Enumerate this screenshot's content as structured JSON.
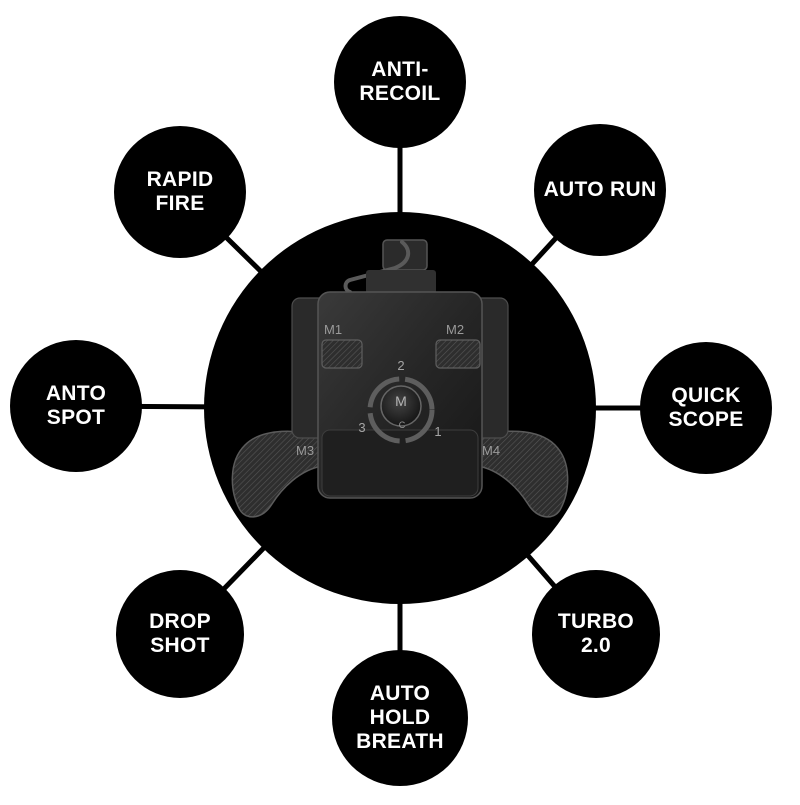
{
  "diagram": {
    "nodes": [
      {
        "id": "anti-recoil",
        "label": "ANTI-\nRECOIL"
      },
      {
        "id": "auto-run",
        "label": "AUTO RUN"
      },
      {
        "id": "quick-scope",
        "label": "QUICK\nSCOPE"
      },
      {
        "id": "turbo",
        "label": "TURBO\n2.0"
      },
      {
        "id": "auto-hold-breath",
        "label": "AUTO\nHOLD\nBREATH"
      },
      {
        "id": "drop-shot",
        "label": "DROP\nSHOT"
      },
      {
        "id": "anto-spot",
        "label": "ANTO\nSPOT"
      },
      {
        "id": "rapid-fire",
        "label": "RAPID\nFIRE"
      }
    ],
    "device": {
      "paddle_labels": [
        "M1",
        "M2",
        "M3",
        "M4"
      ],
      "mode_button_label": "M",
      "clear_label": "C",
      "slot_numbers": [
        "1",
        "2",
        "3"
      ]
    },
    "colors": {
      "node_fill": "#000000",
      "connector": "#000000",
      "hub_fill": "#000000",
      "label_text": "#ffffff"
    }
  }
}
